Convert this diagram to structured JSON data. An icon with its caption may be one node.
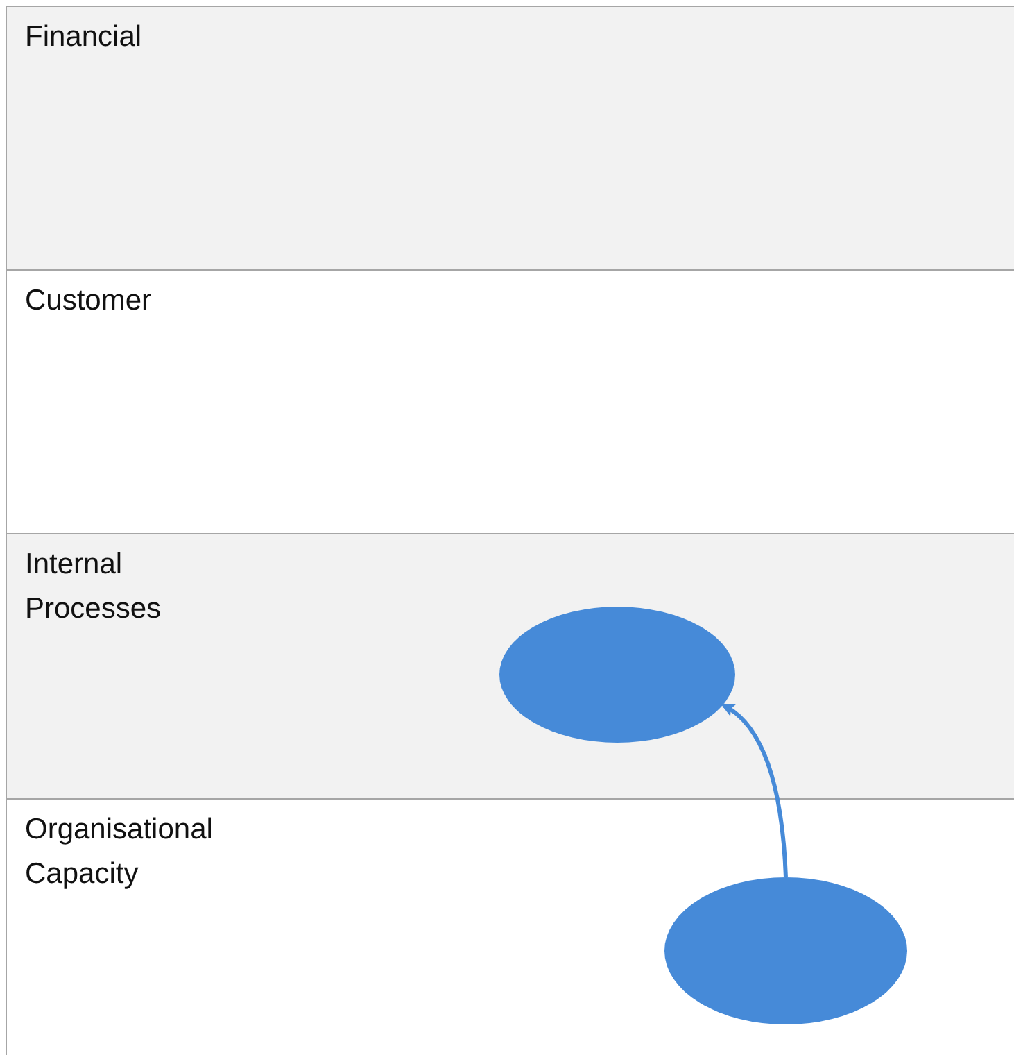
{
  "diagram": {
    "nodes": [
      {
        "text": [
          "Financial"
        ]
      },
      {
        "text": [
          "Customer"
        ]
      },
      {
        "text": [
          "Internal Processes"
        ]
      },
      {
        "text": [
          "Organisational Capacity"
        ]
      },
      {
        "text": [],
        "shape": "ellipse",
        "in": 2
      },
      {
        "text": [],
        "shape": "ellipse",
        "in": 3
      }
    ],
    "edges": [
      {
        "from": 5,
        "to": 4,
        "arrow": "to"
      }
    ]
  }
}
